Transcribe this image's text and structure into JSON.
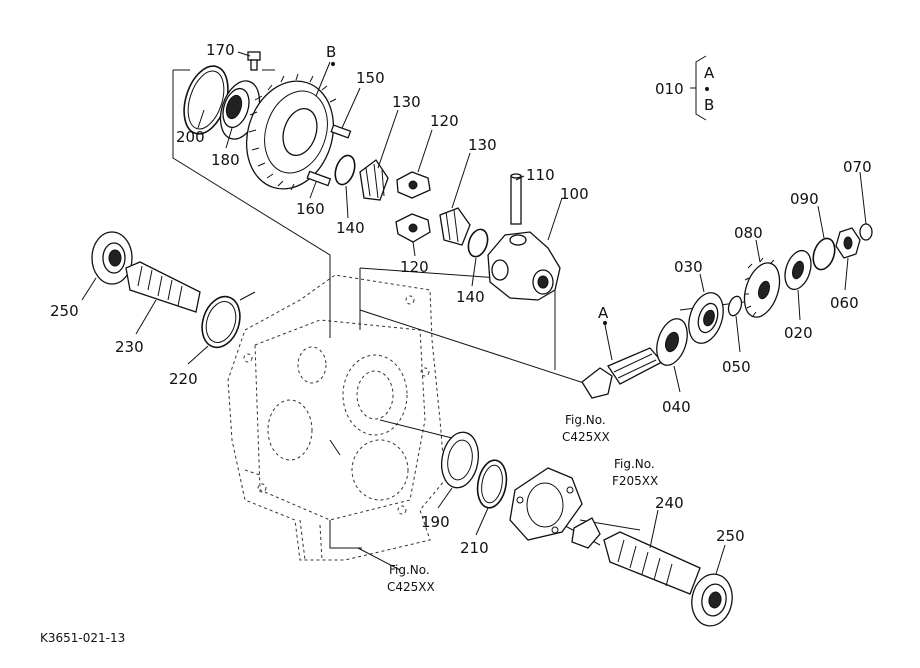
{
  "callouts": {
    "p170": "170",
    "pB": "B",
    "p150": "150",
    "p130a": "130",
    "p120a": "120",
    "p130b": "130",
    "p200": "200",
    "p180": "180",
    "p160": "160",
    "p140a": "140",
    "p120b": "120",
    "p110": "110",
    "p100": "100",
    "p140b": "140",
    "p010": "010",
    "p010A": "A",
    "p010B": "B",
    "p070": "070",
    "p090": "090",
    "p080": "080",
    "p030": "030",
    "p060": "060",
    "p020": "020",
    "p050": "050",
    "pA": "A",
    "p040": "040",
    "p250a": "250",
    "p230": "230",
    "p220": "220",
    "p190": "190",
    "p210": "210",
    "p240": "240",
    "p250b": "250"
  },
  "fig_refs": [
    {
      "line1": "Fig.No.",
      "line2": "C425XX"
    },
    {
      "line1": "Fig.No.",
      "line2": "F205XX"
    },
    {
      "line1": "Fig.No.",
      "line2": "C425XX"
    }
  ],
  "footer_code": "K3651-021-13"
}
